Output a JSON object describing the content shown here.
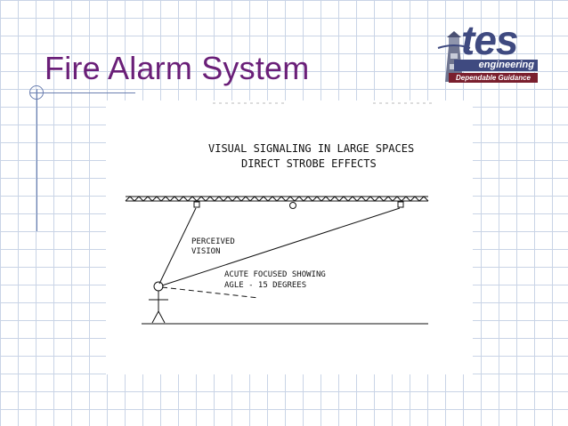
{
  "slide": {
    "title": "Fire Alarm System"
  },
  "logo": {
    "wordmark": "tes",
    "subtitle": "engineering",
    "tagline": "Dependable Guidance",
    "colors": {
      "navy": "#3f4a80",
      "maroon": "#7a1f2e"
    }
  },
  "diagram": {
    "heading_line1": "VISUAL SIGNALING IN LARGE SPACES",
    "heading_line2": "DIRECT STROBE EFFECTS",
    "label_perceived_line1": "PERCEIVED",
    "label_perceived_line2": "VISION",
    "label_acute_line1": "ACUTE FOCUSED SHOWING",
    "label_acute_line2": "AGLE - 15 DEGREES"
  },
  "colors": {
    "title": "#6a1f78",
    "grid": "#c9d4e6",
    "rule": "#6b7fb0"
  }
}
